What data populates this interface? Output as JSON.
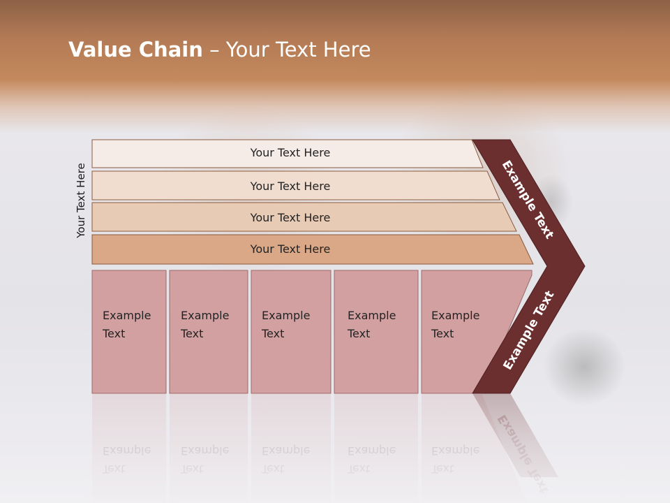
{
  "title": {
    "bold": "Value Chain",
    "rest": " – Your Text Here"
  },
  "side_label": "Your Text Here",
  "bars": [
    {
      "label": "Your Text Here",
      "fill": "#f6ece7"
    },
    {
      "label": "Your Text Here",
      "fill": "#f0ddd0"
    },
    {
      "label": "Your Text Here",
      "fill": "#e8cbb5"
    },
    {
      "label": "Your Text Here",
      "fill": "#dba887"
    }
  ],
  "boxes": [
    {
      "line1": "Example",
      "line2": "Text"
    },
    {
      "line1": "Example",
      "line2": "Text"
    },
    {
      "line1": "Example",
      "line2": "Text"
    },
    {
      "line1": "Example",
      "line2": "Text"
    },
    {
      "line1": "Example",
      "line2": "Text"
    }
  ],
  "chevron": {
    "upper_label": "Example Text",
    "lower_label": "Example Text",
    "color": "#6b2f30"
  },
  "box_color": "#d3a0a1",
  "bar_border": "#8a5a3c"
}
